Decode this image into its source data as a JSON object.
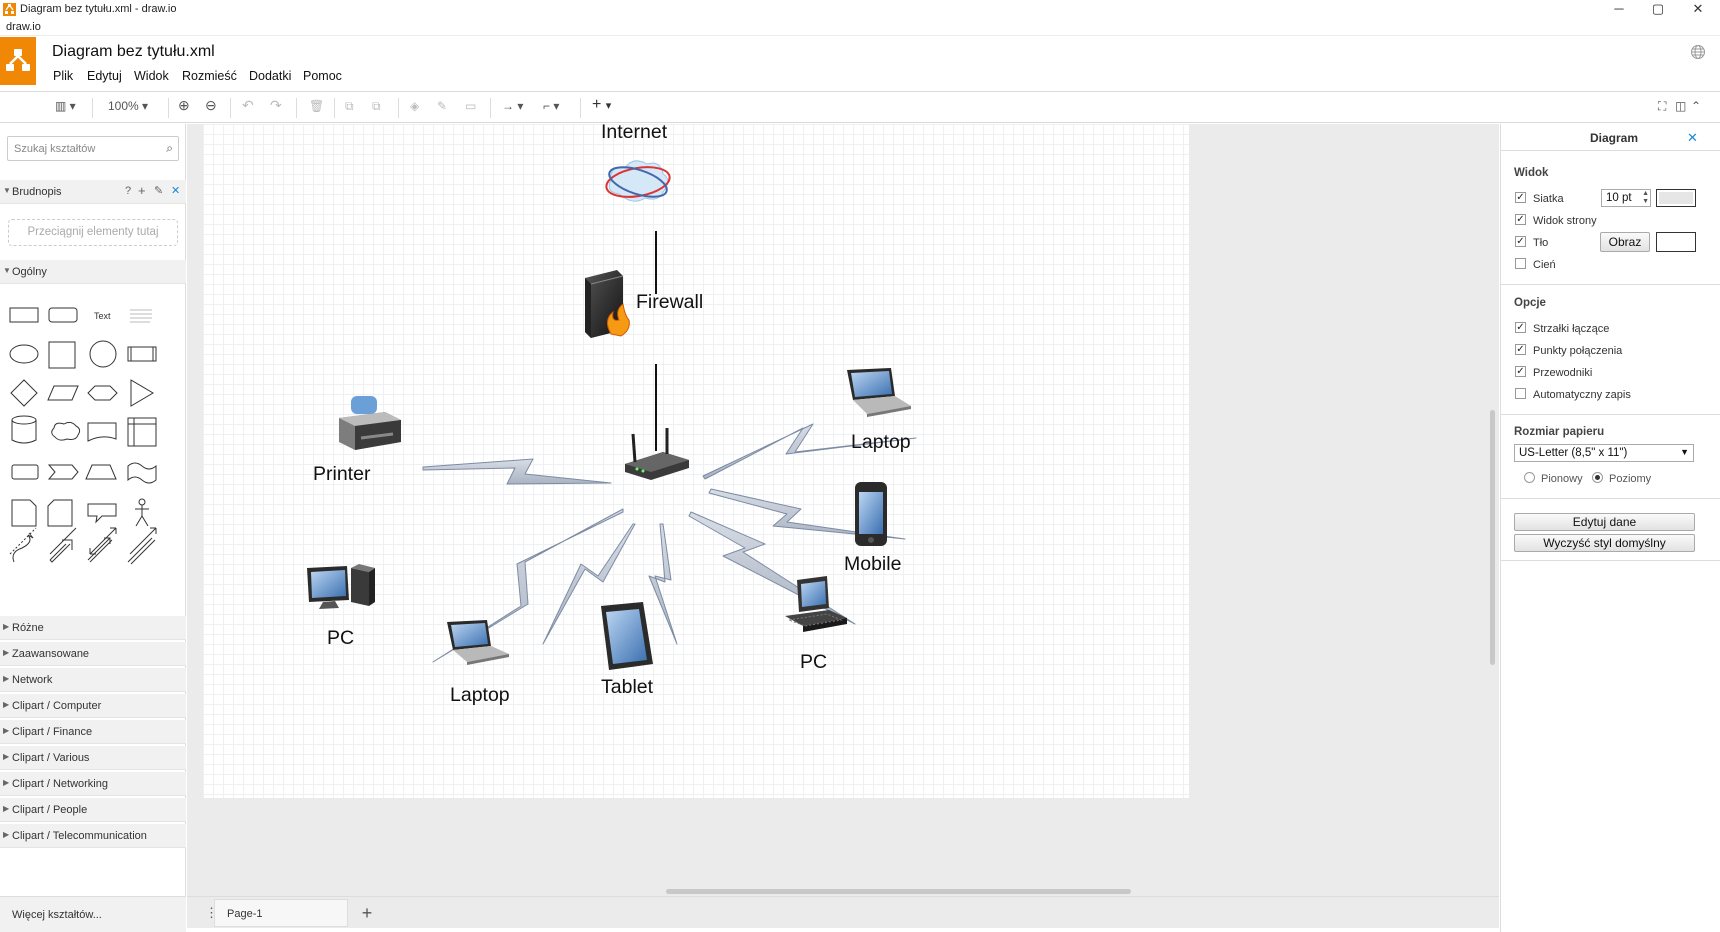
{
  "window": {
    "title": "Diagram bez tytułu.xml - draw.io",
    "app_menu": "draw.io",
    "minimize": "─",
    "maximize": "▢",
    "close": "✕"
  },
  "header": {
    "doc_title": "Diagram bez tytułu.xml",
    "menu": [
      "Plik",
      "Edytuj",
      "Widok",
      "Rozmieść",
      "Dodatki",
      "Pomoc"
    ]
  },
  "toolbar": {
    "zoom": "100%"
  },
  "left": {
    "search_placeholder": "Szukaj kształtów",
    "scratchpad": {
      "title": "Brudnopis",
      "drop_hint": "Przeciągnij elementy tutaj"
    },
    "general": {
      "title": "Ogólny",
      "text_shape": "Text"
    },
    "sections": [
      "Różne",
      "Zaawansowane",
      "Network",
      "Clipart / Computer",
      "Clipart / Finance",
      "Clipart / Various",
      "Clipart / Networking",
      "Clipart / People",
      "Clipart / Telecommunication"
    ],
    "more_shapes": "Więcej kształtów..."
  },
  "diagram": {
    "labels": {
      "internet": "Internet",
      "firewall": "Firewall",
      "printer": "Printer",
      "laptop_right": "Laptop",
      "mobile": "Mobile",
      "pc_left": "PC",
      "laptop_bottom": "Laptop",
      "tablet": "Tablet",
      "pc_right": "PC"
    }
  },
  "pages": {
    "tab": "Page-1"
  },
  "format_panel": {
    "title": "Diagram",
    "view": {
      "heading": "Widok",
      "grid": "Siatka",
      "grid_checked": true,
      "grid_size": "10 pt",
      "page_view": "Widok strony",
      "page_view_checked": true,
      "background": "Tło",
      "background_checked": true,
      "image_button": "Obraz",
      "shadow": "Cień",
      "shadow_checked": false
    },
    "options": {
      "heading": "Opcje",
      "items": [
        {
          "label": "Strzałki łączące",
          "checked": true
        },
        {
          "label": "Punkty połączenia",
          "checked": true
        },
        {
          "label": "Przewodniki",
          "checked": true
        },
        {
          "label": "Automatyczny zapis",
          "checked": false
        }
      ]
    },
    "paper": {
      "heading": "Rozmiar papieru",
      "size": "US-Letter (8,5\" x 11\")",
      "portrait": "Pionowy",
      "landscape": "Poziomy",
      "orientation": "Poziomy"
    },
    "edit_data": "Edytuj dane",
    "clear_style": "Wyczyść styl domyślny"
  }
}
